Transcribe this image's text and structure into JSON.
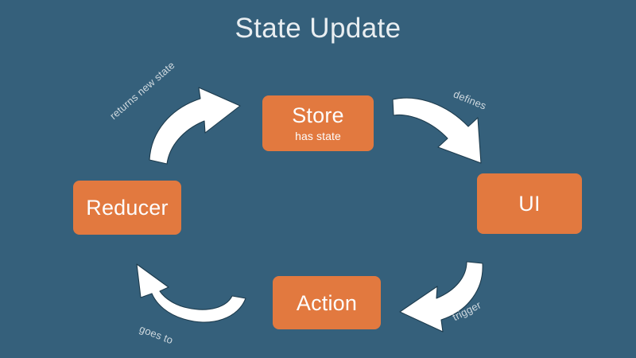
{
  "diagram": {
    "title": "State Update",
    "type": "cycle-flow-diagram",
    "background_color": "#35607b",
    "node_color": "#e2793f",
    "node_text_color": "#fdfdfd",
    "arrow_color": "#ffffff",
    "label_color": "#cfd9df",
    "nodes": [
      {
        "id": "store",
        "label": "Store",
        "sublabel": "has state"
      },
      {
        "id": "ui",
        "label": "UI",
        "sublabel": ""
      },
      {
        "id": "action",
        "label": "Action",
        "sublabel": ""
      },
      {
        "id": "reducer",
        "label": "Reducer",
        "sublabel": ""
      }
    ],
    "edges": [
      {
        "id": "store-to-ui",
        "from": "Store",
        "to": "UI",
        "label": "defines"
      },
      {
        "id": "ui-to-action",
        "from": "UI",
        "to": "Action",
        "label": "trigger"
      },
      {
        "id": "action-to-reducer",
        "from": "Action",
        "to": "Reducer",
        "label": "goes to"
      },
      {
        "id": "reducer-to-store",
        "from": "Reducer",
        "to": "Store",
        "label": "returns new state"
      }
    ]
  }
}
